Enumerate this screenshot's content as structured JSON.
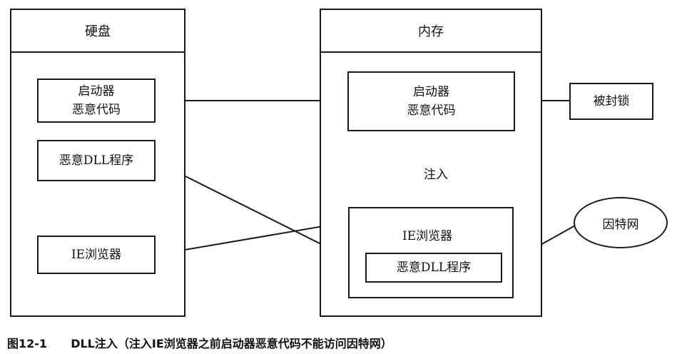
{
  "disk_panel": {
    "title": "硬盘"
  },
  "memory_panel": {
    "title": "内存"
  },
  "disk": {
    "launcher": [
      "启动器",
      "恶意代码"
    ],
    "malicious_dll": "恶意DLL程序",
    "ie_browser": "IE浏览器"
  },
  "memory": {
    "launcher": [
      "启动器",
      "恶意代码"
    ],
    "inject_label": "注入",
    "ie_browser": "IE浏览器",
    "malicious_dll": "恶意DLL程序"
  },
  "blocked": "被封锁",
  "internet": "因特网",
  "caption": {
    "figure": "图12-1",
    "text": "DLL注入（注入IE浏览器之前启动器恶意代码不能访问因特网）"
  },
  "colors": {
    "stroke": "#1a1a1a",
    "background": "#ffffff"
  }
}
